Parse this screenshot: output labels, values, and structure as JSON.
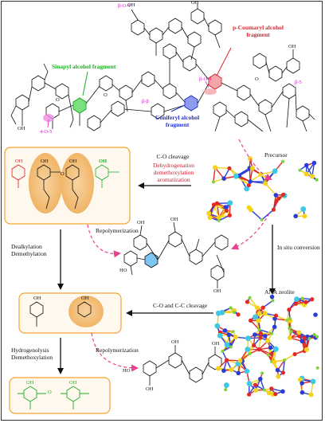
{
  "colors": {
    "sinapyl": "#1cae25",
    "coniferyl": "#1f2fd6",
    "coumaryl": "#e0222d",
    "linkage": "#d51fc6",
    "arrow_dash": "#e8418f",
    "box_border": "#f2a432",
    "atom_si": "#f2d21c",
    "atom_o": "#e02a24",
    "atom_al": "#2a3dd9",
    "atom_na": "#3ec8e6",
    "atom_h": "#7cd33c"
  },
  "lignin": {
    "sinapyl_fragment": "Sinapyl alcohol fragment",
    "coniferyl_fragment": [
      "Coniferyl alcohol",
      "fragment"
    ],
    "coumaryl_fragment": [
      "p-Coumaryl alcohol",
      "fragment"
    ],
    "linkage_beta_o_4_top": "β-O-4",
    "linkage_beta_o_4_mid": "β-O-4",
    "linkage_beta_beta": "β-β",
    "linkage_beta_5": "β-5",
    "linkage_4_o_5": "4-O-5"
  },
  "process": {
    "step1": [
      "C-O cleavage"
    ],
    "step1_red": [
      "Dehydrogenation",
      "demethoxylation",
      "aromatization"
    ],
    "repolymerization_1": "Repolymerization",
    "dealkylation": [
      "Dealkylation",
      "Demethylation"
    ],
    "step2": "C-O and C-C cleavage",
    "hydrogenolysis": [
      "Hydrogenolysis",
      "Demethoxylation"
    ],
    "repolymerization_2": "Repolymerization",
    "precursor": "Precursor",
    "in_situ": "In situ conversion",
    "zeolite": "ANA zeolite"
  },
  "atom_labels": {
    "oh": "OH",
    "o": "O",
    "ho": "HO"
  }
}
